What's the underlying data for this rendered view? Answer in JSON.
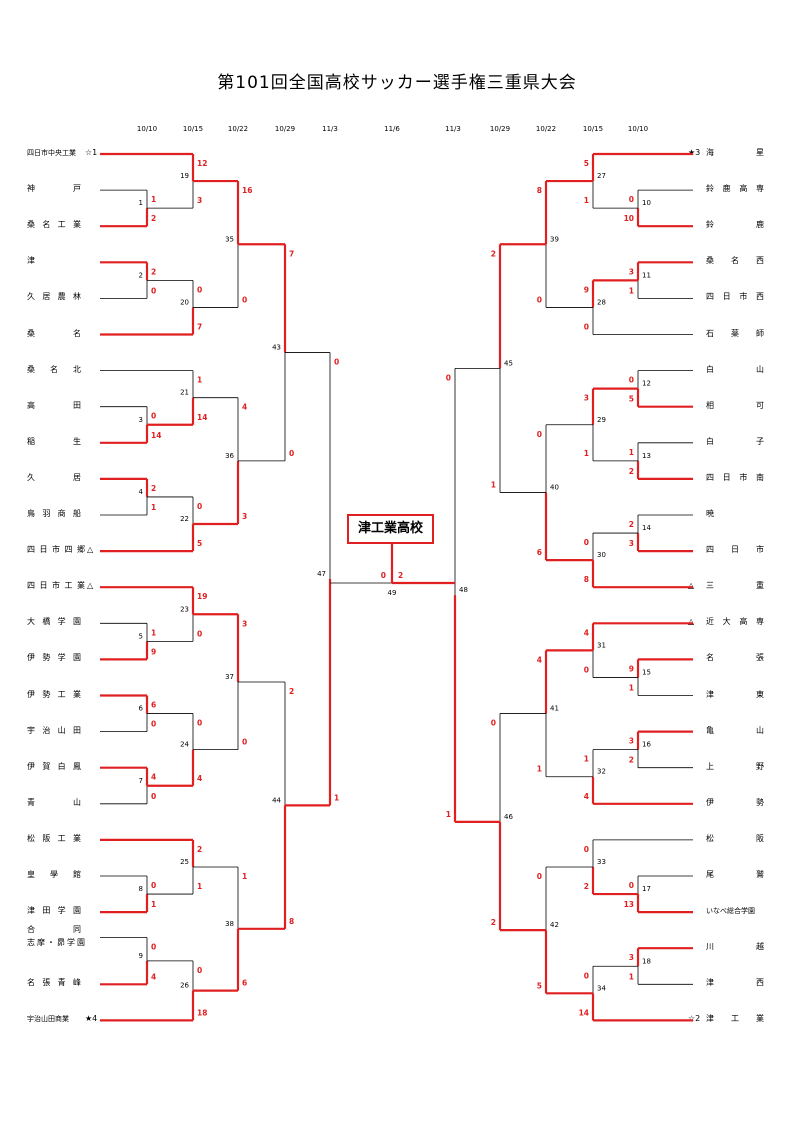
{
  "title": "第101回全国高校サッカー選手権三重県大会",
  "champion": "津工業高校",
  "dates_left": [
    "10/10",
    "10/15",
    "10/22",
    "10/29",
    "11/3"
  ],
  "date_final": "11/6",
  "dates_right": [
    "11/3",
    "10/29",
    "10/22",
    "10/15",
    "10/10"
  ],
  "left_teams": [
    "四日市中央工業",
    "神戸",
    "桑名工業",
    "津",
    "久居農林",
    "桑名",
    "桑名北",
    "高田",
    "稲生",
    "久居",
    "鳥羽商船",
    "四日市四郷",
    "四日市工業",
    "大橋学園",
    "伊勢学園",
    "伊勢工業",
    "宇治山田",
    "伊賀白鳳",
    "青山",
    "松阪工業",
    "皇學館",
    "津田学園",
    "合同",
    "志摩・昴学園",
    "名張青峰",
    "宇治山田商業"
  ],
  "left_marks": [
    "☆1",
    "",
    "",
    "",
    "",
    "",
    "",
    "",
    "",
    "",
    "",
    "△",
    "△",
    "",
    "",
    "",
    "",
    "",
    "",
    "",
    "",
    "",
    "",
    "",
    "",
    "★4"
  ],
  "right_teams": [
    "海星",
    "鈴鹿高専",
    "鈴鹿",
    "桑名西",
    "四日市西",
    "石薬師",
    "白山",
    "相可",
    "白子",
    "四日市南",
    "暁",
    "四日市",
    "三重",
    "近大高専",
    "名張",
    "津東",
    "亀山",
    "上野",
    "伊勢",
    "松阪",
    "尾鷲",
    "いなべ総合学園",
    "川越",
    "津西",
    "津工業"
  ],
  "right_marks": [
    "★3",
    "",
    "",
    "",
    "",
    "",
    "",
    "",
    "",
    "",
    "",
    "",
    "△",
    "△",
    "",
    "",
    "",
    "",
    "",
    "",
    "",
    "",
    "",
    "",
    "☆2"
  ],
  "matches": [
    {
      "no": "1",
      "a": "1",
      "b": "2"
    },
    {
      "no": "2",
      "a": "2",
      "b": "0"
    },
    {
      "no": "3",
      "a": "0",
      "b": "14"
    },
    {
      "no": "4",
      "a": "2",
      "b": "1"
    },
    {
      "no": "5",
      "a": "1",
      "b": "9"
    },
    {
      "no": "6",
      "a": "6",
      "b": "0"
    },
    {
      "no": "7",
      "a": "4",
      "b": "0"
    },
    {
      "no": "8",
      "a": "0",
      "b": "1"
    },
    {
      "no": "9",
      "a": "0",
      "b": "4"
    },
    {
      "no": "10",
      "a": "0",
      "b": "10"
    },
    {
      "no": "11",
      "a": "3",
      "b": "1"
    },
    {
      "no": "12",
      "a": "0",
      "b": "5"
    },
    {
      "no": "13",
      "a": "1",
      "b": "2"
    },
    {
      "no": "14",
      "a": "2",
      "b": "3"
    },
    {
      "no": "15",
      "a": "9",
      "b": "1"
    },
    {
      "no": "16",
      "a": "3",
      "b": "2"
    },
    {
      "no": "17",
      "a": "0",
      "b": "13"
    },
    {
      "no": "18",
      "a": "3",
      "b": "1"
    },
    {
      "no": "19",
      "a": "12",
      "b": "3"
    },
    {
      "no": "20",
      "a": "0",
      "b": "7"
    },
    {
      "no": "21",
      "a": "1",
      "b": "14"
    },
    {
      "no": "22",
      "a": "0",
      "b": "5"
    },
    {
      "no": "23",
      "a": "19",
      "b": "0"
    },
    {
      "no": "24",
      "a": "0",
      "b": "4"
    },
    {
      "no": "25",
      "a": "2",
      "b": "1"
    },
    {
      "no": "26",
      "a": "0",
      "b": "18"
    },
    {
      "no": "27",
      "a": "5",
      "b": "1"
    },
    {
      "no": "28",
      "a": "9",
      "b": "0"
    },
    {
      "no": "29",
      "a": "3",
      "b": "1"
    },
    {
      "no": "30",
      "a": "0",
      "b": "8"
    },
    {
      "no": "31",
      "a": "4",
      "b": "0"
    },
    {
      "no": "32",
      "a": "1",
      "b": "4"
    },
    {
      "no": "33",
      "a": "0",
      "b": "2"
    },
    {
      "no": "34",
      "a": "0",
      "b": "14"
    },
    {
      "no": "35",
      "a": "16",
      "b": "0"
    },
    {
      "no": "36",
      "a": "4",
      "b": "3"
    },
    {
      "no": "37",
      "a": "3",
      "b": "0"
    },
    {
      "no": "38",
      "a": "1",
      "b": "6"
    },
    {
      "no": "39",
      "a": "8",
      "b": "0"
    },
    {
      "no": "40",
      "a": "0",
      "b": "6"
    },
    {
      "no": "41",
      "a": "4",
      "b": "1"
    },
    {
      "no": "42",
      "a": "0",
      "b": "5"
    },
    {
      "no": "43",
      "a": "7",
      "b": "0"
    },
    {
      "no": "44",
      "a": "2",
      "b": "8"
    },
    {
      "no": "45",
      "a": "2",
      "b": "1"
    },
    {
      "no": "46",
      "a": "0",
      "b": "2"
    },
    {
      "no": "47",
      "a": "0",
      "b": "1"
    },
    {
      "no": "48",
      "a": "0",
      "b": "1"
    },
    {
      "no": "49",
      "a": "0",
      "b": "2"
    }
  ],
  "colors": {
    "winner_line": "#e02020",
    "loser_line": "#000000",
    "score": "#e02020"
  }
}
